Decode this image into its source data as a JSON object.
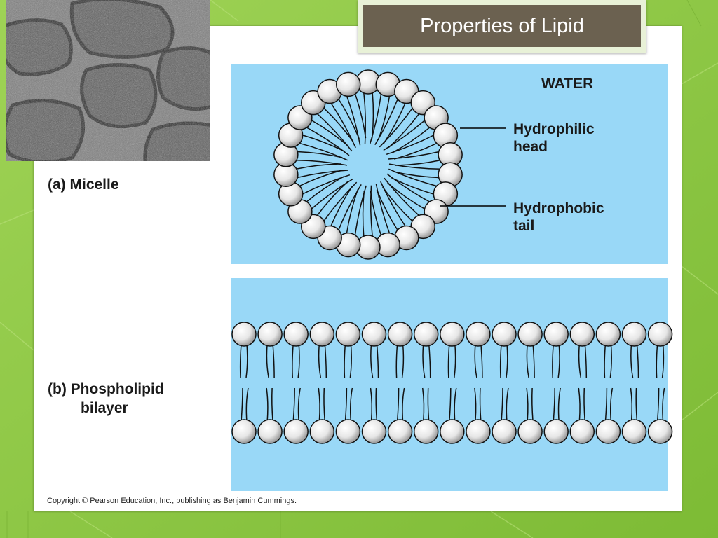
{
  "slide": {
    "title": "Properties of Lipid",
    "colors": {
      "background": "#8cc63f",
      "title_box": "#6b6150",
      "water": "#99d8f7"
    }
  },
  "figure": {
    "water_label": "WATER",
    "head_label_line1": "Hydrophilic",
    "head_label_line2": "head",
    "tail_label_line1": "Hydrophobic",
    "tail_label_line2": "tail",
    "micelle_label": "(a) Micelle",
    "bilayer_label_line1": "(b) Phospholipid",
    "bilayer_label_line2": "bilayer",
    "copyright": "Copyright © Pearson Education, Inc., publishing as Benjamin Cummings.",
    "micelle_head_count": 26,
    "bilayer_heads_per_row": 17
  }
}
